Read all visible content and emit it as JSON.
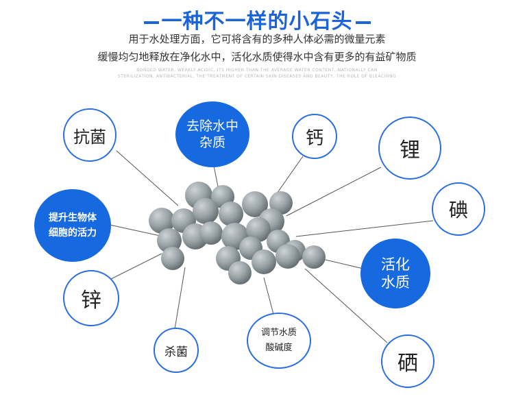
{
  "title": "一种不一样的小石头",
  "subtitle_lines": [
    "用于水处理方面，它可将含有的多种人体必需的微量元素",
    "缓慢均匀地释放在净化水中，活化水质使得水中含有更多的有益矿物质"
  ],
  "fine_print": [
    "BONDED WATER, WEAKLY ACIDIC, ITS HIGHER THAN THE AVERAGE WATER CONTENT, NATIONALLY CAN",
    "STERILIZATION, ANTIBACTERIAL, THE TREATMENT OF CERTAIN SKIN DISEASES AND BEAUTY, THE ROLE OF BLEACHING"
  ],
  "bubbles": {
    "kangjun": "抗菌",
    "quchu": "去除水中\n杂质",
    "gai": "钙",
    "li": "锂",
    "dian": "碘",
    "tisheng": "提升生物体\n细胞的活力",
    "huohua": "活化\n水质",
    "xin": "锌",
    "shajun": "杀菌",
    "tiaojie": "调节水质\n酸碱度",
    "xi": "硒"
  },
  "colors": {
    "accent": "#1769e0",
    "title": "#1a63d8",
    "outline": "#2b6ee0",
    "stone": "#8f989c"
  }
}
